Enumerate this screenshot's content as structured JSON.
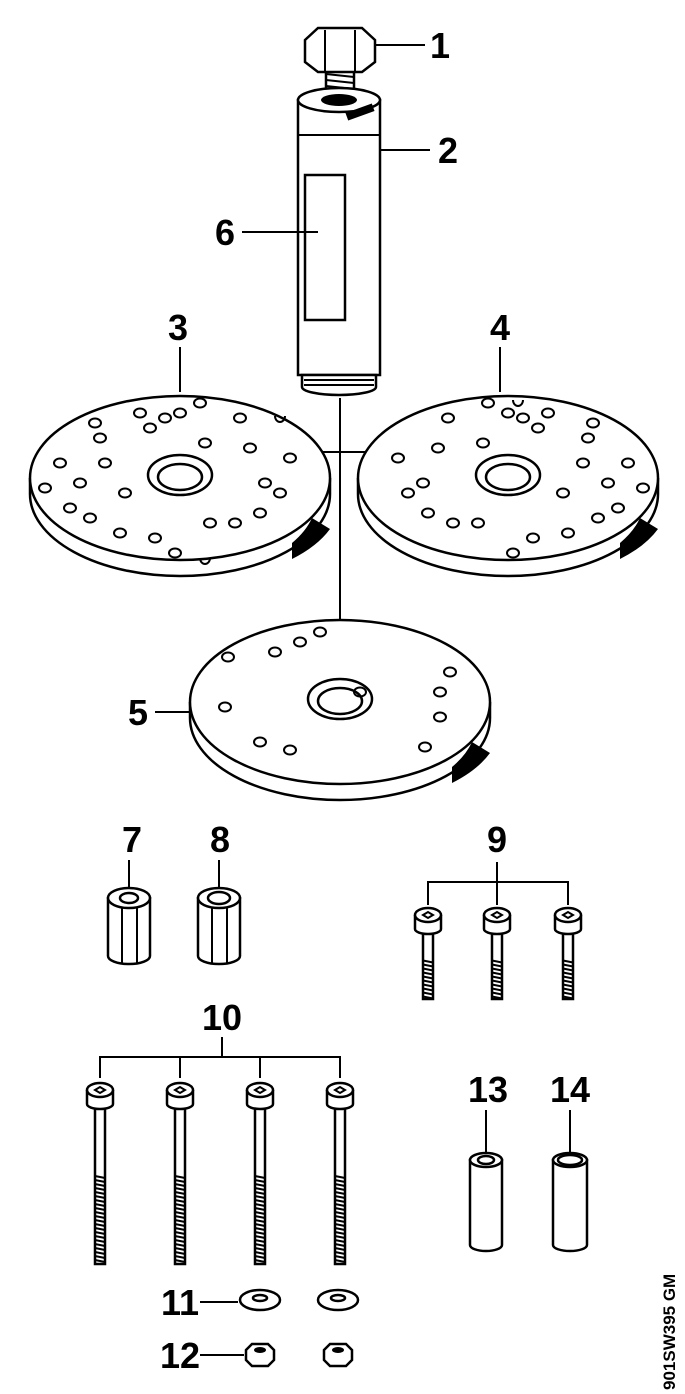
{
  "diagram": {
    "part_labels": [
      "1",
      "2",
      "3",
      "4",
      "5",
      "6",
      "7",
      "8",
      "9",
      "10",
      "11",
      "12",
      "13",
      "14"
    ],
    "drawing_code": "901SW395 GM"
  }
}
